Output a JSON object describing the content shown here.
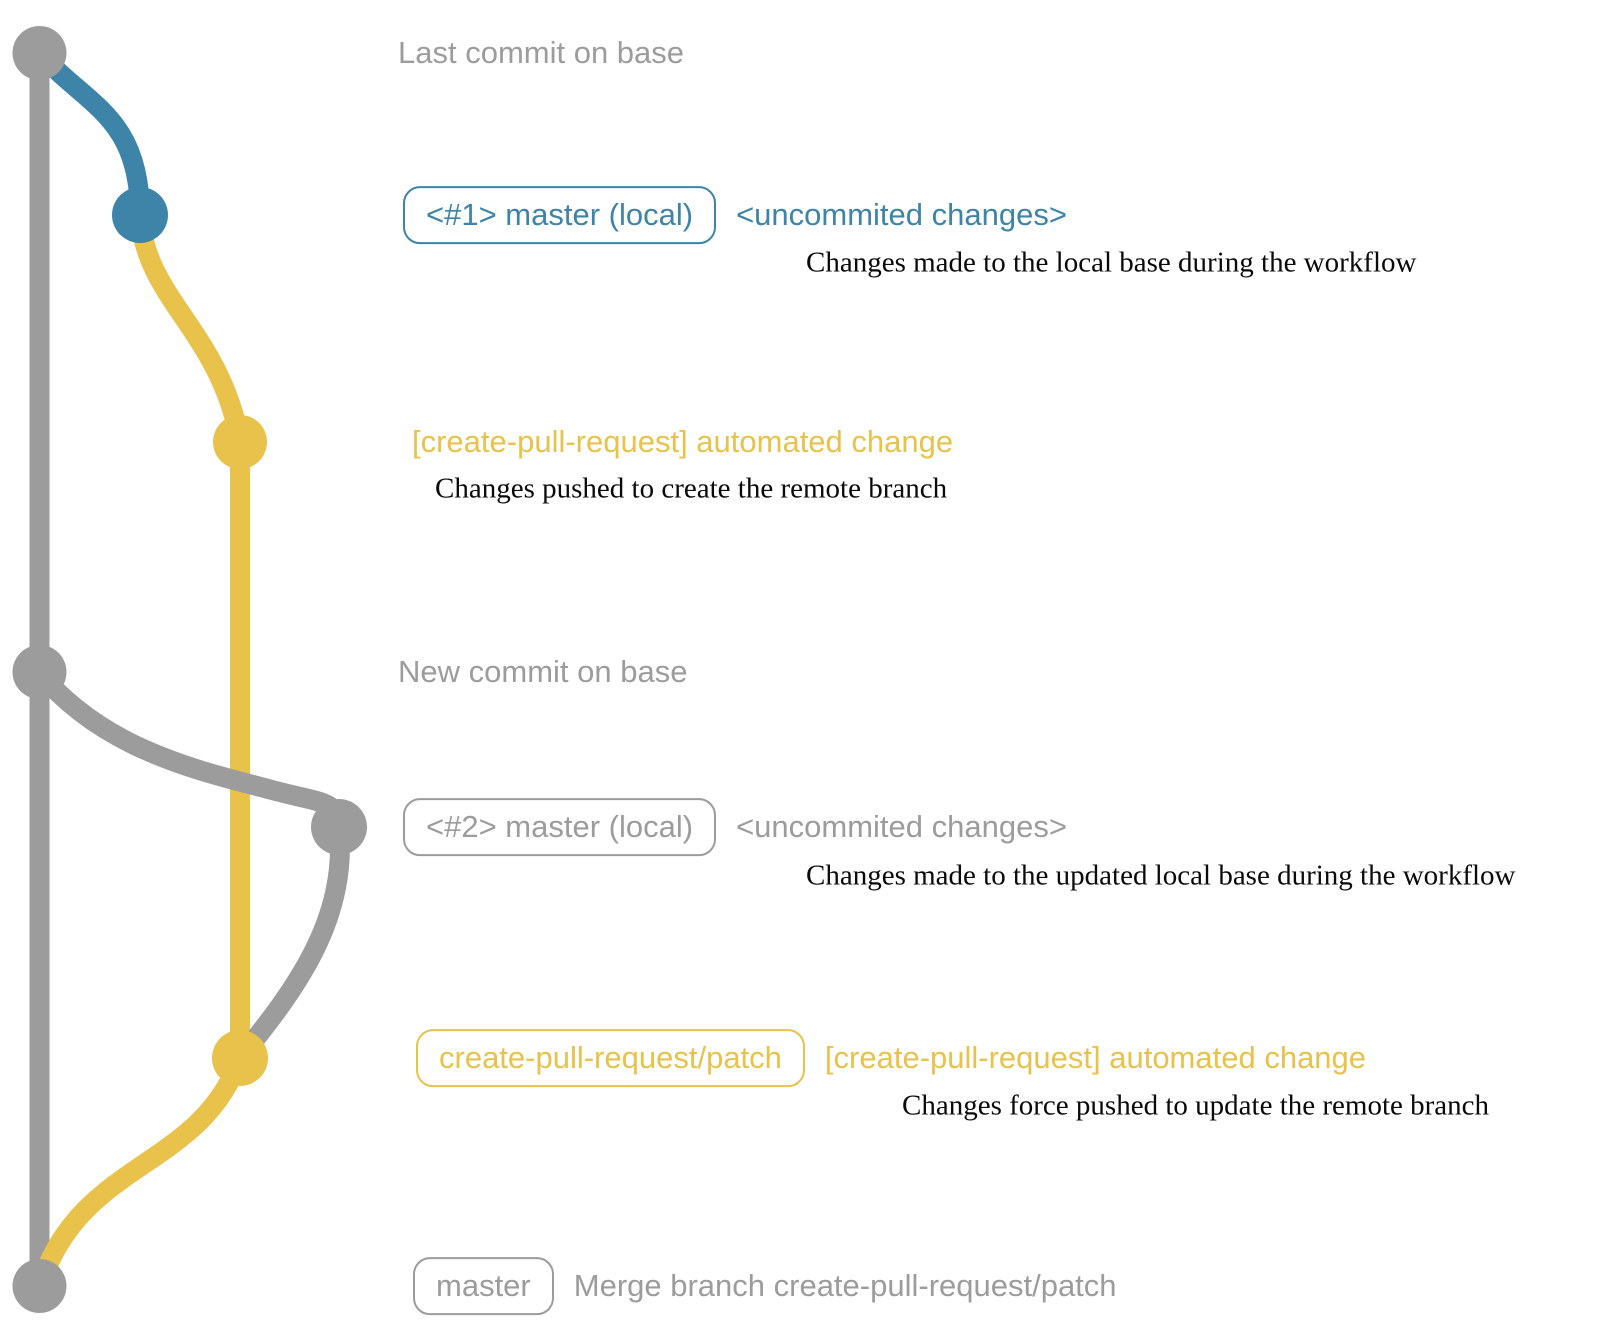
{
  "colors": {
    "gray": "#9c9c9c",
    "blue": "#3e84a8",
    "yellow": "#e8c24a",
    "annotation": "#0a0a0a",
    "background": "#ffffff"
  },
  "rows": {
    "last_commit": {
      "message": "Last commit on base"
    },
    "commit1": {
      "branch_label": "<#1> master (local)",
      "message": "<uncommited changes>",
      "annotation": "Changes made to the local base during the workflow"
    },
    "push1": {
      "message": "[create-pull-request] automated change",
      "annotation": "Changes pushed to create the remote branch"
    },
    "new_commit": {
      "message": "New commit on base"
    },
    "commit2": {
      "branch_label": "<#2> master (local)",
      "message": "<uncommited changes>",
      "annotation": "Changes made to the updated local base during the workflow"
    },
    "push2": {
      "branch_label": "create-pull-request/patch",
      "message": "[create-pull-request] automated change",
      "annotation": "Changes force pushed to update the remote branch"
    },
    "merge": {
      "branch_label": "master",
      "message": "Merge branch create-pull-request/patch"
    }
  }
}
